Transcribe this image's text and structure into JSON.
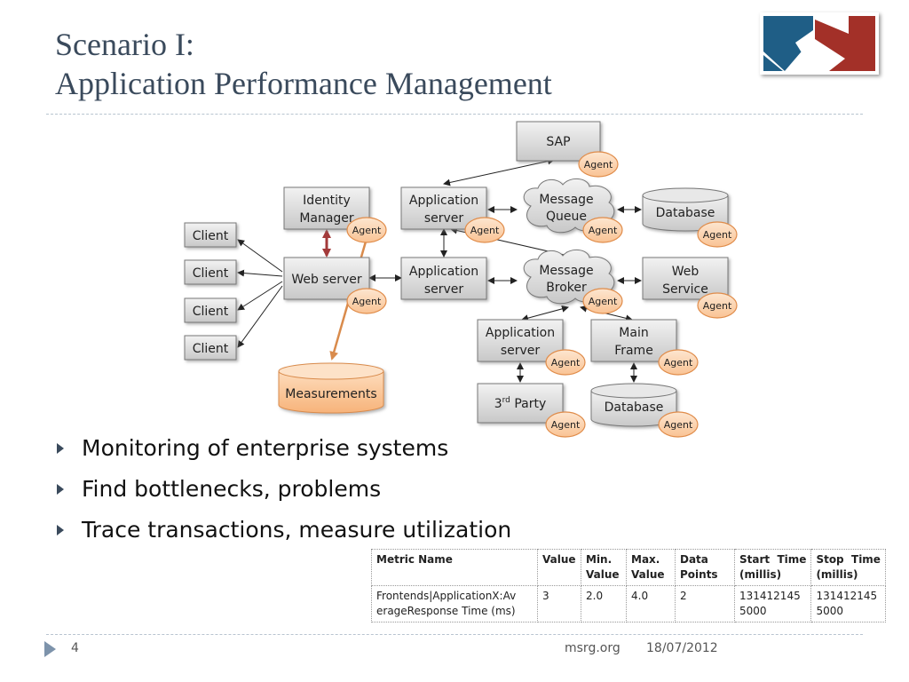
{
  "title": {
    "line1": "Scenario I:",
    "line2": "Application Performance Management"
  },
  "colors": {
    "title": "#3a4a5c",
    "agent_fill": "#fcd6b4",
    "agent_stroke": "#e08c4a",
    "box_fill": "#dcdcdc",
    "measure_fill": "#fbc89a",
    "logo_blue": "#1f5e86",
    "logo_red": "#a33028"
  },
  "diagram": {
    "nodes": {
      "sap": "SAP",
      "identity_manager": [
        "Identity",
        "Manager"
      ],
      "app_server_1": [
        "Application",
        "server"
      ],
      "message_queue": [
        "Message",
        "Queue"
      ],
      "database_1": "Database",
      "client_1": "Client",
      "client_2": "Client",
      "client_3": "Client",
      "client_4": "Client",
      "web_server": "Web server",
      "app_server_2": [
        "Application",
        "server"
      ],
      "message_broker": [
        "Message",
        "Broker"
      ],
      "web_service": [
        "Web",
        "Service"
      ],
      "app_server_3": [
        "Application",
        "server"
      ],
      "main_frame": [
        "Main",
        "Frame"
      ],
      "measurements": "Measurements",
      "third_party": "3",
      "third_party_sup": "rd",
      "third_party_rest": " Party",
      "database_2": "Database"
    },
    "agent_label": "Agent"
  },
  "bullets": [
    "Monitoring of enterprise systems",
    "Find bottlenecks, problems",
    "Trace transactions, measure utilization"
  ],
  "table": {
    "headers": [
      [
        "Metric Name"
      ],
      [
        "Value"
      ],
      [
        "Min.",
        "Value"
      ],
      [
        "Max.",
        "Value"
      ],
      [
        "Data",
        "Points"
      ],
      [
        "Start  Time",
        "(millis)"
      ],
      [
        "Stop  Time",
        "(millis)"
      ]
    ],
    "rows": [
      [
        [
          "Frontends|ApplicationX:Av",
          "erageResponse Time (ms)"
        ],
        [
          "3"
        ],
        [
          "2.0"
        ],
        [
          "4.0"
        ],
        [
          "2"
        ],
        [
          "131412145",
          "5000"
        ],
        [
          "131412145",
          "5000"
        ]
      ]
    ]
  },
  "footer": {
    "page": "4",
    "site": "msrg.org",
    "date": "18/07/2012"
  }
}
